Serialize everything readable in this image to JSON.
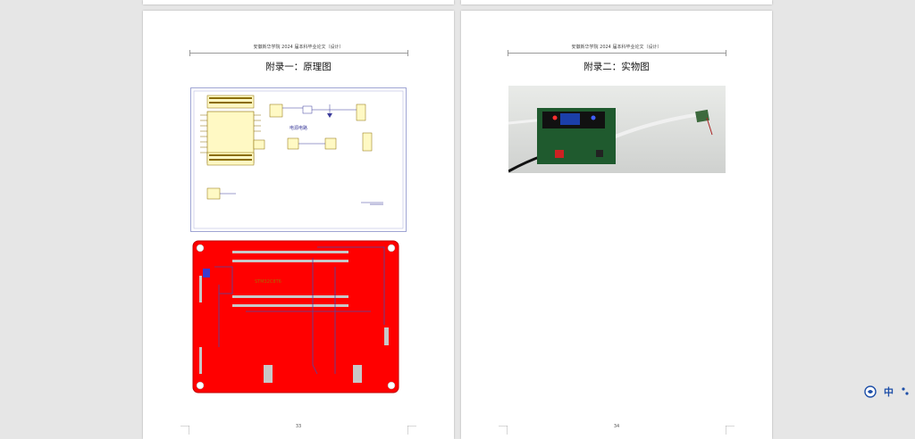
{
  "document": {
    "pages": [
      {
        "header": "安徽新华学院 2024 届本科毕业论文（设计）",
        "title": "附录一：原理图",
        "page_number": "33",
        "schematic_labels": {
          "power": "电源电路",
          "pcb_text": "STM32C8T6"
        }
      },
      {
        "header": "安徽新华学院 2024 届本科毕业论文（设计）",
        "title": "附录二：实物图",
        "page_number": "34"
      }
    ]
  },
  "ime": {
    "icon": "ime-logo-icon",
    "mode_label": "中",
    "settings_icon": "punctuation-icon"
  },
  "colors": {
    "pcb_red": "#ff0000",
    "trace_blue": "#4a4aa8",
    "schematic_border": "#9fa5d4"
  }
}
